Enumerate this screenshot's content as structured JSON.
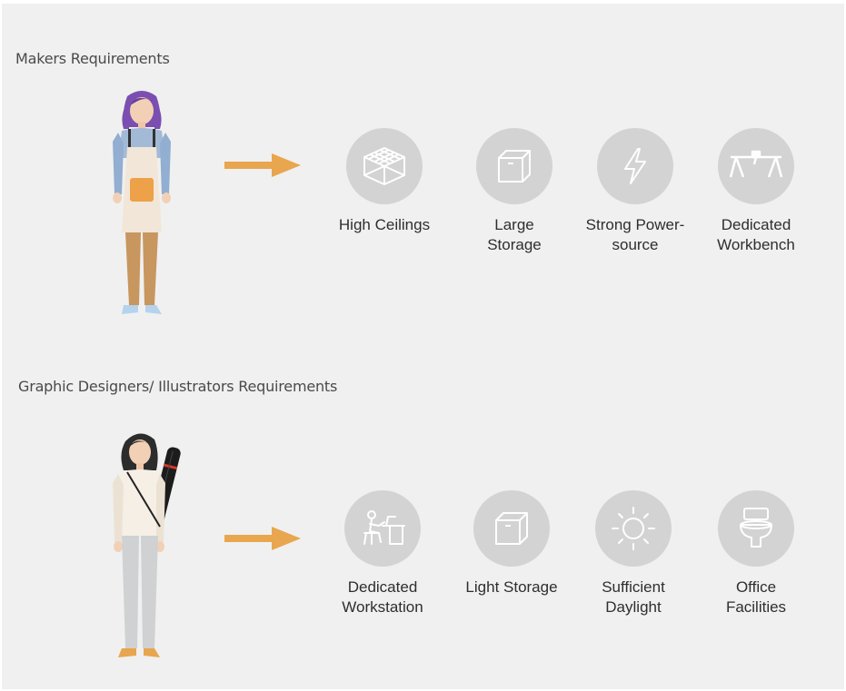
{
  "sections": [
    {
      "title": "Makers Requirements",
      "items": [
        {
          "icon": "grid-cube-icon",
          "lines": [
            "High Ceilings"
          ]
        },
        {
          "icon": "storage-box-icon",
          "lines": [
            "Large",
            "Storage"
          ]
        },
        {
          "icon": "lightning-bolt-icon",
          "lines": [
            "Strong Power-",
            "source"
          ]
        },
        {
          "icon": "workbench-icon",
          "lines": [
            "Dedicated",
            "Workbench"
          ]
        }
      ]
    },
    {
      "title": "Graphic Designers/ Illustrators Requirements",
      "items": [
        {
          "icon": "workstation-icon",
          "lines": [
            "Dedicated",
            "Workstation"
          ]
        },
        {
          "icon": "storage-box-icon",
          "lines": [
            "Light Storage"
          ]
        },
        {
          "icon": "sun-icon",
          "lines": [
            "Sufficient",
            "Daylight"
          ]
        },
        {
          "icon": "toilet-icon",
          "lines": [
            "Office",
            "Facilities"
          ]
        }
      ]
    }
  ],
  "colors": {
    "background": "#f0f0f0",
    "circle": "#d3d3d3",
    "icon_stroke": "#ffffff",
    "arrow": "#e8a64f",
    "text": "#2e2e2e"
  }
}
